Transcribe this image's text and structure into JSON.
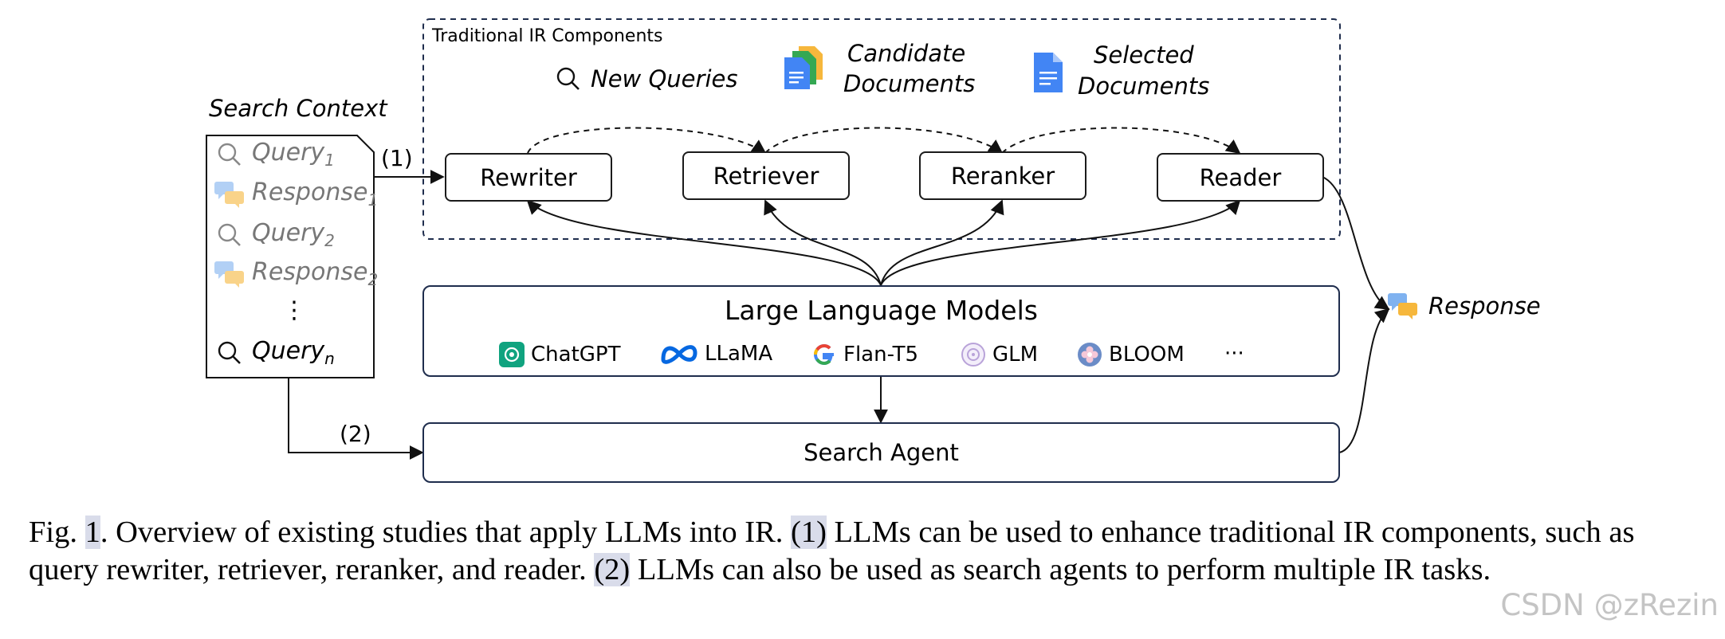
{
  "diagram": {
    "traditional_ir_title": "Traditional IR Components",
    "new_queries": "New Queries",
    "candidate_documents_line1": "Candidate",
    "candidate_documents_line2": "Documents",
    "selected_documents_line1": "Selected",
    "selected_documents_line2": "Documents",
    "search_context_title": "Search Context",
    "context_items": {
      "q1": "Query",
      "q1_sub": "1",
      "r1": "Response",
      "r1_sub": "1",
      "q2": "Query",
      "q2_sub": "2",
      "r2": "Response",
      "r2_sub": "2",
      "dots": "⋮",
      "qn": "Query",
      "qn_sub": "n"
    },
    "label_1": "(1)",
    "label_2": "(2)",
    "components": [
      "Rewriter",
      "Retriever",
      "Reranker",
      "Reader"
    ],
    "llm_title": "Large Language Models",
    "models": [
      "ChatGPT",
      "LLaMA",
      "Flan-T5",
      "GLM",
      "BLOOM",
      "···"
    ],
    "search_agent": "Search Agent",
    "response": "Response"
  },
  "caption": {
    "fig_prefix": "Fig. ",
    "fig_num": "1",
    "part1": ". Overview of existing studies that apply LLMs into IR. ",
    "mark1": "(1)",
    "part2": " LLMs can be used to enhance traditional IR components, such as query rewriter, retriever, reranker, and reader. ",
    "mark2": "(2)",
    "part3": " LLMs can also be used as search agents to perform multiple IR tasks."
  },
  "watermark": "CSDN @zRezin",
  "colors": {
    "dashed_border": "#1f2d4d",
    "context_gray": "#777777",
    "chatgpt_green": "#10a37f",
    "meta_blue": "#0668e1",
    "doc_blue": "#4285f4",
    "glm_purple": "#b9a3d9",
    "bloom_blue": "#6b8cc7",
    "bubble_blue": "#7fb2f0",
    "bubble_orange": "#f6b73c",
    "caption_highlight": "#d9dcea"
  }
}
